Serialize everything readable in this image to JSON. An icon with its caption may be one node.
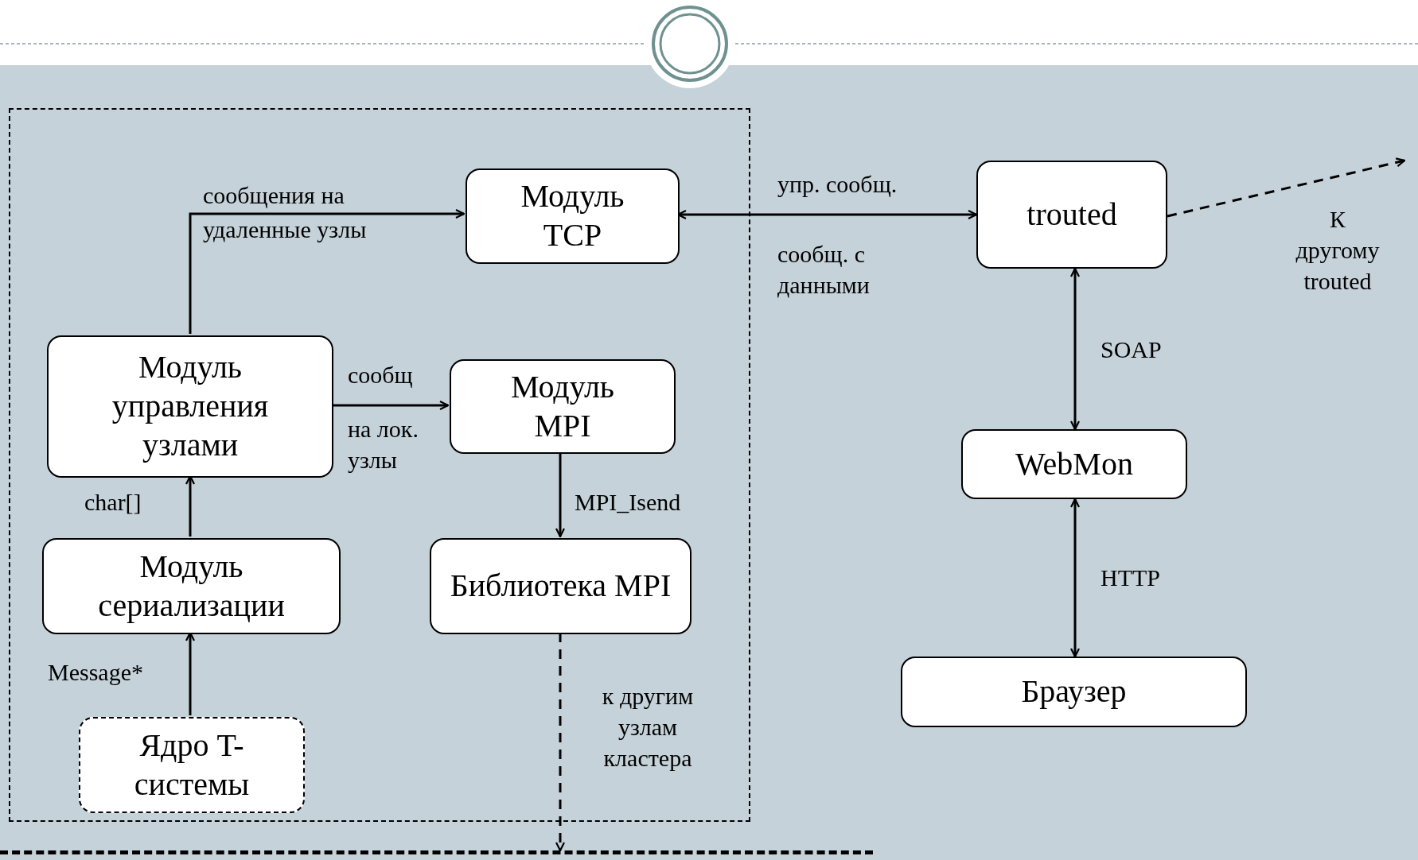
{
  "diagram": {
    "nodes": [
      {
        "text": [],
        "shape": "box"
      },
      {
        "text": [
          "Модуль TCP"
        ],
        "in": 0
      },
      {
        "text": [
          "trouted"
        ]
      },
      {
        "text": [
          "Модуль управления узлами"
        ],
        "in": 0
      },
      {
        "text": [
          "Модуль MPI"
        ],
        "in": 0
      },
      {
        "text": [
          "WebMon"
        ]
      },
      {
        "text": [
          "Модуль сериализации"
        ],
        "in": 0
      },
      {
        "text": [
          "Библиотека MPI"
        ],
        "in": 0
      },
      {
        "text": [
          "Браузер"
        ]
      },
      {
        "text": [
          "Ядро T-системы"
        ],
        "in": 0
      },
      {
        "text": [],
        "shape": "bar"
      }
    ],
    "edges": [
      {
        "from": 3,
        "to": 1,
        "arrow": "to",
        "label": "сообщения на"
      },
      {
        "from": 1,
        "to": 2,
        "arrow": "both",
        "label": "упр. сообщ."
      },
      {
        "from": 3,
        "to": 4,
        "arrow": "to",
        "label": "сообщ"
      },
      {
        "from": 4,
        "to": 7,
        "arrow": "to",
        "label": "MPI_Isend"
      },
      {
        "from": 6,
        "to": 3,
        "arrow": "to",
        "label": "char[]"
      },
      {
        "from": 9,
        "to": 6,
        "arrow": "to",
        "label": "Message*"
      },
      {
        "from": 7,
        "to": 10,
        "arrow": "to",
        "label": "к другим узлам кластера",
        "style": "dashed"
      },
      {
        "from": 2,
        "to": 5,
        "arrow": "both",
        "label": "SOAP"
      },
      {
        "from": 5,
        "to": 8,
        "arrow": "both",
        "label": "HTTP"
      },
      {
        "from": 2,
        "to": null,
        "arrow": "to",
        "label": "К другому trouted",
        "style": "dashed"
      }
    ],
    "labels": [
      "удаленные узлы",
      "сообщ. с данными",
      "на лок. узлы"
    ]
  }
}
